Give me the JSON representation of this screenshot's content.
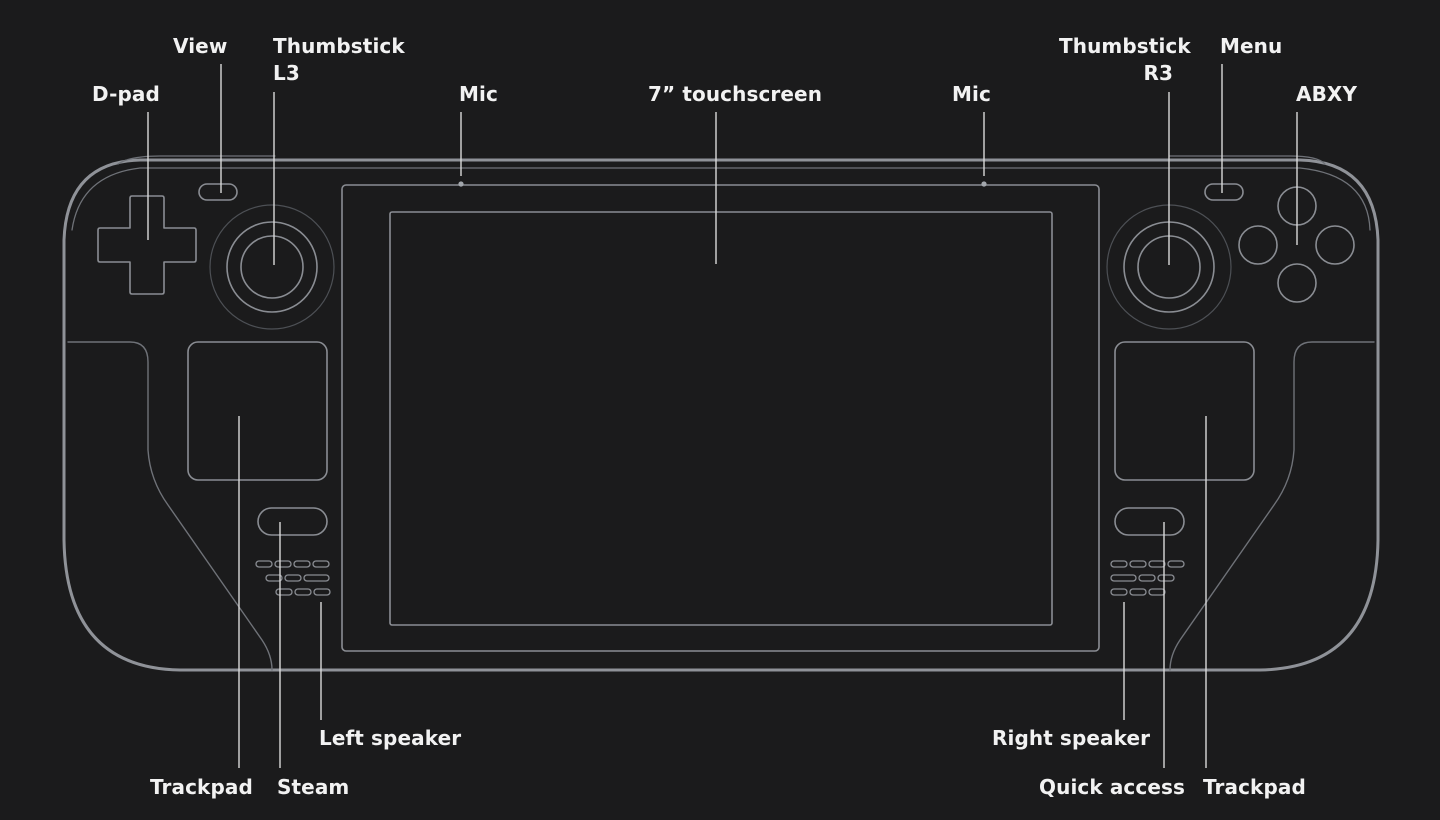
{
  "colors": {
    "background": "#1b1b1c",
    "outline": "#8a8d93",
    "outline_strong": "#a3a7ad",
    "leader": "#d8d8d8",
    "label": "#f2f2f2"
  },
  "labels": {
    "view": "View",
    "thumbstick_l": "Thumbstick",
    "thumbstick_l_sub": "L3",
    "dpad": "D-pad",
    "mic_left": "Mic",
    "touchscreen": "7” touchscreen",
    "mic_right": "Mic",
    "thumbstick_r": "Thumbstick",
    "thumbstick_r_sub": "R3",
    "menu": "Menu",
    "abxy": "ABXY",
    "left_speaker": "Left speaker",
    "trackpad_left": "Trackpad",
    "steam": "Steam",
    "right_speaker": "Right speaker",
    "quick_access": "Quick access",
    "trackpad_right": "Trackpad"
  }
}
